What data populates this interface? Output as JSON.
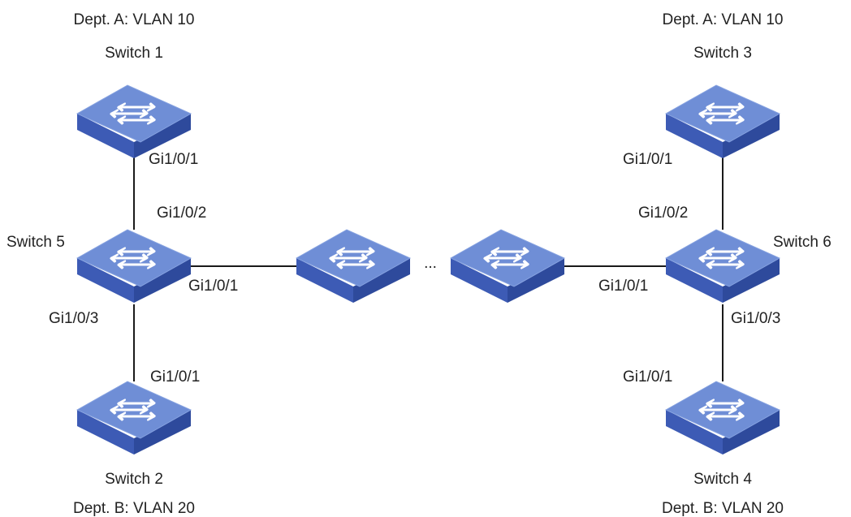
{
  "colors": {
    "switch_top": "#6f8ed6",
    "switch_front": "#3d5bb5",
    "switch_side": "#2e4a9c",
    "arrow": "#ffffff",
    "link": "#1a1a1a",
    "text": "#222222"
  },
  "labels": {
    "s1_dept": "Dept. A: VLAN 10",
    "s1_name": "Switch 1",
    "s3_dept": "Dept. A: VLAN 10",
    "s3_name": "Switch 3",
    "s5_name": "Switch 5",
    "s6_name": "Switch 6",
    "s2_name": "Switch 2",
    "s2_dept": "Dept. B: VLAN 20",
    "s4_name": "Switch 4",
    "s4_dept": "Dept. B: VLAN 20",
    "ellipsis": "...",
    "p_s1_down": "Gi1/0/1",
    "p_s5_up": "Gi1/0/2",
    "p_s5_right": "Gi1/0/1",
    "p_s5_down": "Gi1/0/3",
    "p_s2_up": "Gi1/0/1",
    "p_s3_down": "Gi1/0/1",
    "p_s6_up": "Gi1/0/2",
    "p_s6_left": "Gi1/0/1",
    "p_s6_down": "Gi1/0/3",
    "p_s4_up": "Gi1/0/1"
  }
}
